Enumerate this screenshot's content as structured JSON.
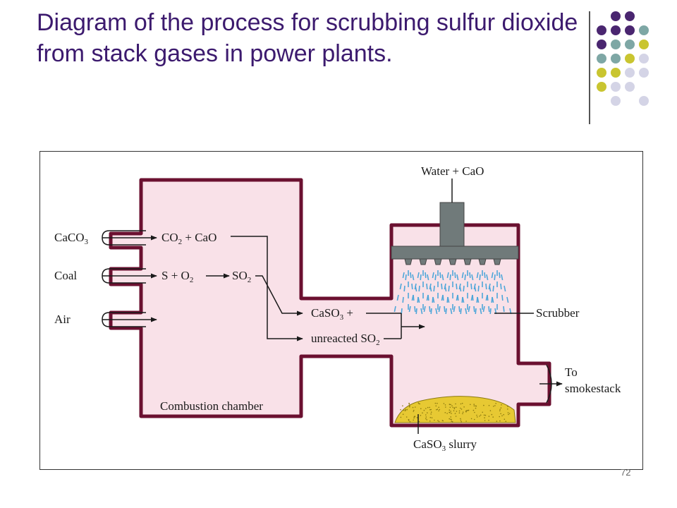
{
  "slide": {
    "title": "Diagram of the process for scrubbing sulfur dioxide from stack gases in power plants.",
    "page_number": "72"
  },
  "colors": {
    "title": "#3c1a6e",
    "chamber_fill": "#f9e1e8",
    "chamber_wall": "#6b1030",
    "spray_head": "#707a7a",
    "spray_drops": "#4da6d9",
    "slurry": "#e7c933",
    "dot_purple": "#4a2670",
    "dot_teal": "#7ea7a5",
    "dot_lime": "#c9c530",
    "dot_lavender": "#d4d4e6"
  },
  "diagram": {
    "inputs": {
      "caco3": {
        "main": "CaCO",
        "sub": "3"
      },
      "coal": "Coal",
      "air": "Air"
    },
    "reactions": {
      "co2_main": "CO",
      "co2_sub": "2",
      "co2_tail": " + CaO",
      "s_main": "S + O",
      "s_sub": "2",
      "so2_main": "SO",
      "so2_sub": "2",
      "caso3_main": "CaSO",
      "caso3_sub": "3",
      "caso3_tail": " +",
      "unreacted_main": "unreacted SO",
      "unreacted_sub": "2"
    },
    "labels": {
      "water_cao": "Water + CaO",
      "scrubber": "Scrubber",
      "to": "To",
      "smokestack": "smokestack",
      "combustion_chamber": "Combustion chamber",
      "slurry_main": "CaSO",
      "slurry_sub": "3",
      "slurry_tail": " slurry"
    }
  }
}
